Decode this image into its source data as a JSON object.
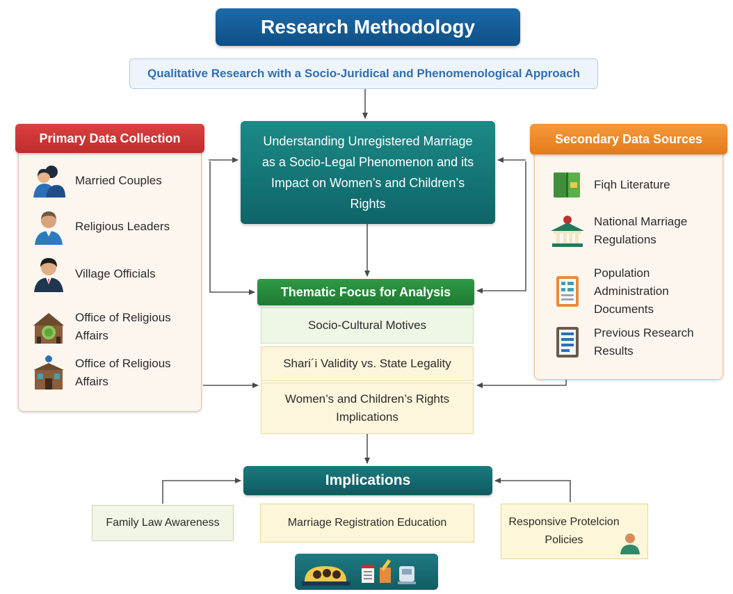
{
  "title": "Research Methodology",
  "subtitle": "Qualitative Research with a Socio-Juridical and Phenomenological Approach",
  "center": {
    "text": "Understanding Unregistered Marriage as a Socio-Legal Phenomenon and its Impact on Women’s and Children’s Rights"
  },
  "primary": {
    "header": "Primary Data Collection",
    "items": [
      {
        "label": "Married Couples",
        "icon": "couple-icon"
      },
      {
        "label": "Religious Leaders",
        "icon": "religious-leader-icon"
      },
      {
        "label": "Village Officials",
        "icon": "official-icon"
      },
      {
        "label": "Office of Religious Affairs",
        "icon": "mosque-building-icon"
      },
      {
        "label": "Office of Religious Affairs",
        "icon": "office-building-icon"
      }
    ]
  },
  "secondary": {
    "header": "Secondary Data Sources",
    "items": [
      {
        "label": "Fiqh Literature",
        "icon": "book-icon"
      },
      {
        "label": "National Marriage Regulations",
        "icon": "government-building-icon"
      },
      {
        "label": "Population Administration Documents",
        "icon": "document-icon"
      },
      {
        "label": "Previous Research Results",
        "icon": "report-icon"
      }
    ]
  },
  "thematic": {
    "header": "Thematic Focus for Analysis",
    "items": [
      "Socio-Cultural Motives",
      "Shari´i Validity vs. State Legality",
      "Women’s and Children’s Rights Implications"
    ]
  },
  "implications": {
    "header": "Implications",
    "items": [
      "Family Law Awareness",
      "Marriage Registration Education",
      "Responsive Protelcion Policies"
    ]
  },
  "colors": {
    "title_blue": "#0f4f86",
    "primary_red": "#bf2c2c",
    "secondary_orange": "#e47a1a",
    "center_teal": "#0f6468",
    "thematic_green": "#1e7a33",
    "implications_teal": "#0f5a60"
  }
}
